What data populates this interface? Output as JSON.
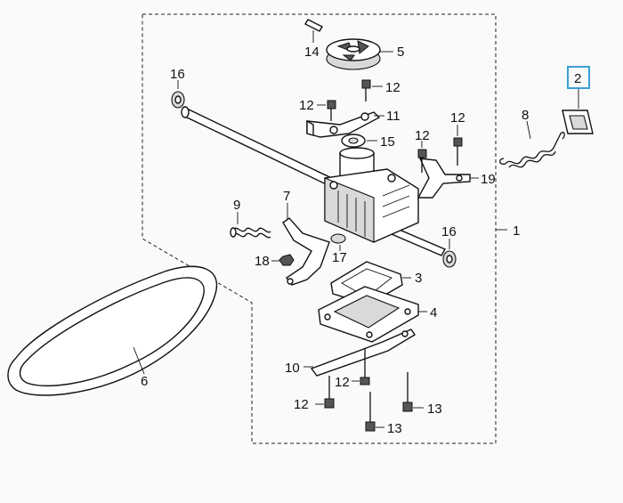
{
  "callouts": {
    "c1": "1",
    "c2": "2",
    "c3": "3",
    "c4": "4",
    "c5": "5",
    "c6": "6",
    "c7": "7",
    "c8": "8",
    "c9": "9",
    "c10": "10",
    "c11": "11",
    "c12a": "12",
    "c12b": "12",
    "c12c": "12",
    "c12d": "12",
    "c12e": "12",
    "c12f": "12",
    "c13a": "13",
    "c13b": "13",
    "c14": "14",
    "c15": "15",
    "c16a": "16",
    "c16b": "16",
    "c17": "17",
    "c18": "18",
    "c19": "19"
  },
  "highlight": {
    "color": "#3aa0d8",
    "part": "2"
  }
}
